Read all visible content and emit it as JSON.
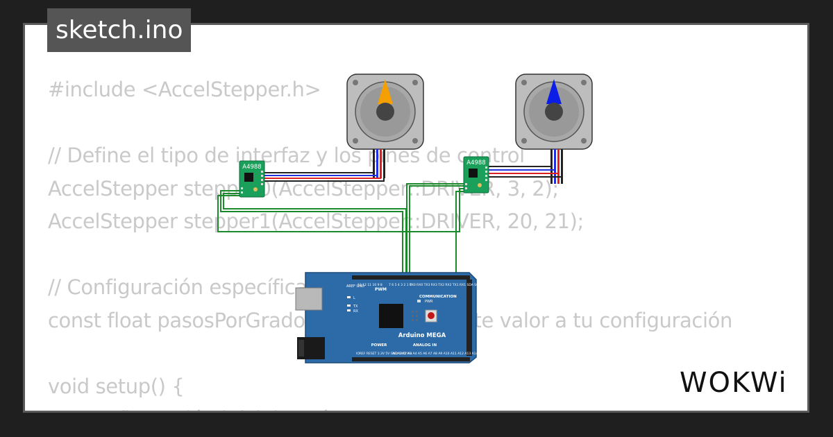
{
  "title": "sketch.ino",
  "code_lines": [
    "#include <AccelStepper.h>",
    "",
    "// Define el tipo de interfaz y los pines de control",
    "AccelStepper stepper0(AccelStepper::DRIVER, 3, 2);",
    "AccelStepper stepper1(AccelStepper::DRIVER, 20, 21);",
    "",
    "// Configuración específica",
    "const float pasosPorGrado = ...; // Ajusta este valor a tu configuración",
    "",
    "void setup() {",
    "  // Configuración inicial aquí"
  ],
  "drivers": {
    "label": "A4988"
  },
  "board": {
    "name": "Arduino MEGA",
    "pwm_label": "PWM",
    "communication_label": "COMMUNICATION",
    "power_label": "POWER",
    "analog_label": "ANALOG IN",
    "aref_gnd": "AREF GND",
    "led_l": "L",
    "led_tx": "TX",
    "led_rx": "RX",
    "pwr_label": "PWR",
    "digital_pins": "13 12 11 10 9 8",
    "pwm_pins": "7 6 5 4 3 2 1 0",
    "comm_pins": "TX0 RX0 TX3 RX3 TX2 RX2 TX1 RX1 SDA SCL",
    "power_pins": "IOREF RESET 3.3V 5V GND GND Vin",
    "analog_pins": "A0 A1 A2 A3 A4 A5 A6 A7 A8 A9 A10 A11 A12 A13 A14 A15"
  },
  "motors": [
    {
      "needle_color": "#f5a000"
    },
    {
      "needle_color": "#0a1ee8"
    }
  ],
  "logo_text": "WOKWi",
  "colors": {
    "background": "#1f1f1f",
    "card": "#ffffff",
    "code_text": "#c9c9c9",
    "board": "#2d6ba8",
    "driver": "#1aa05a"
  }
}
